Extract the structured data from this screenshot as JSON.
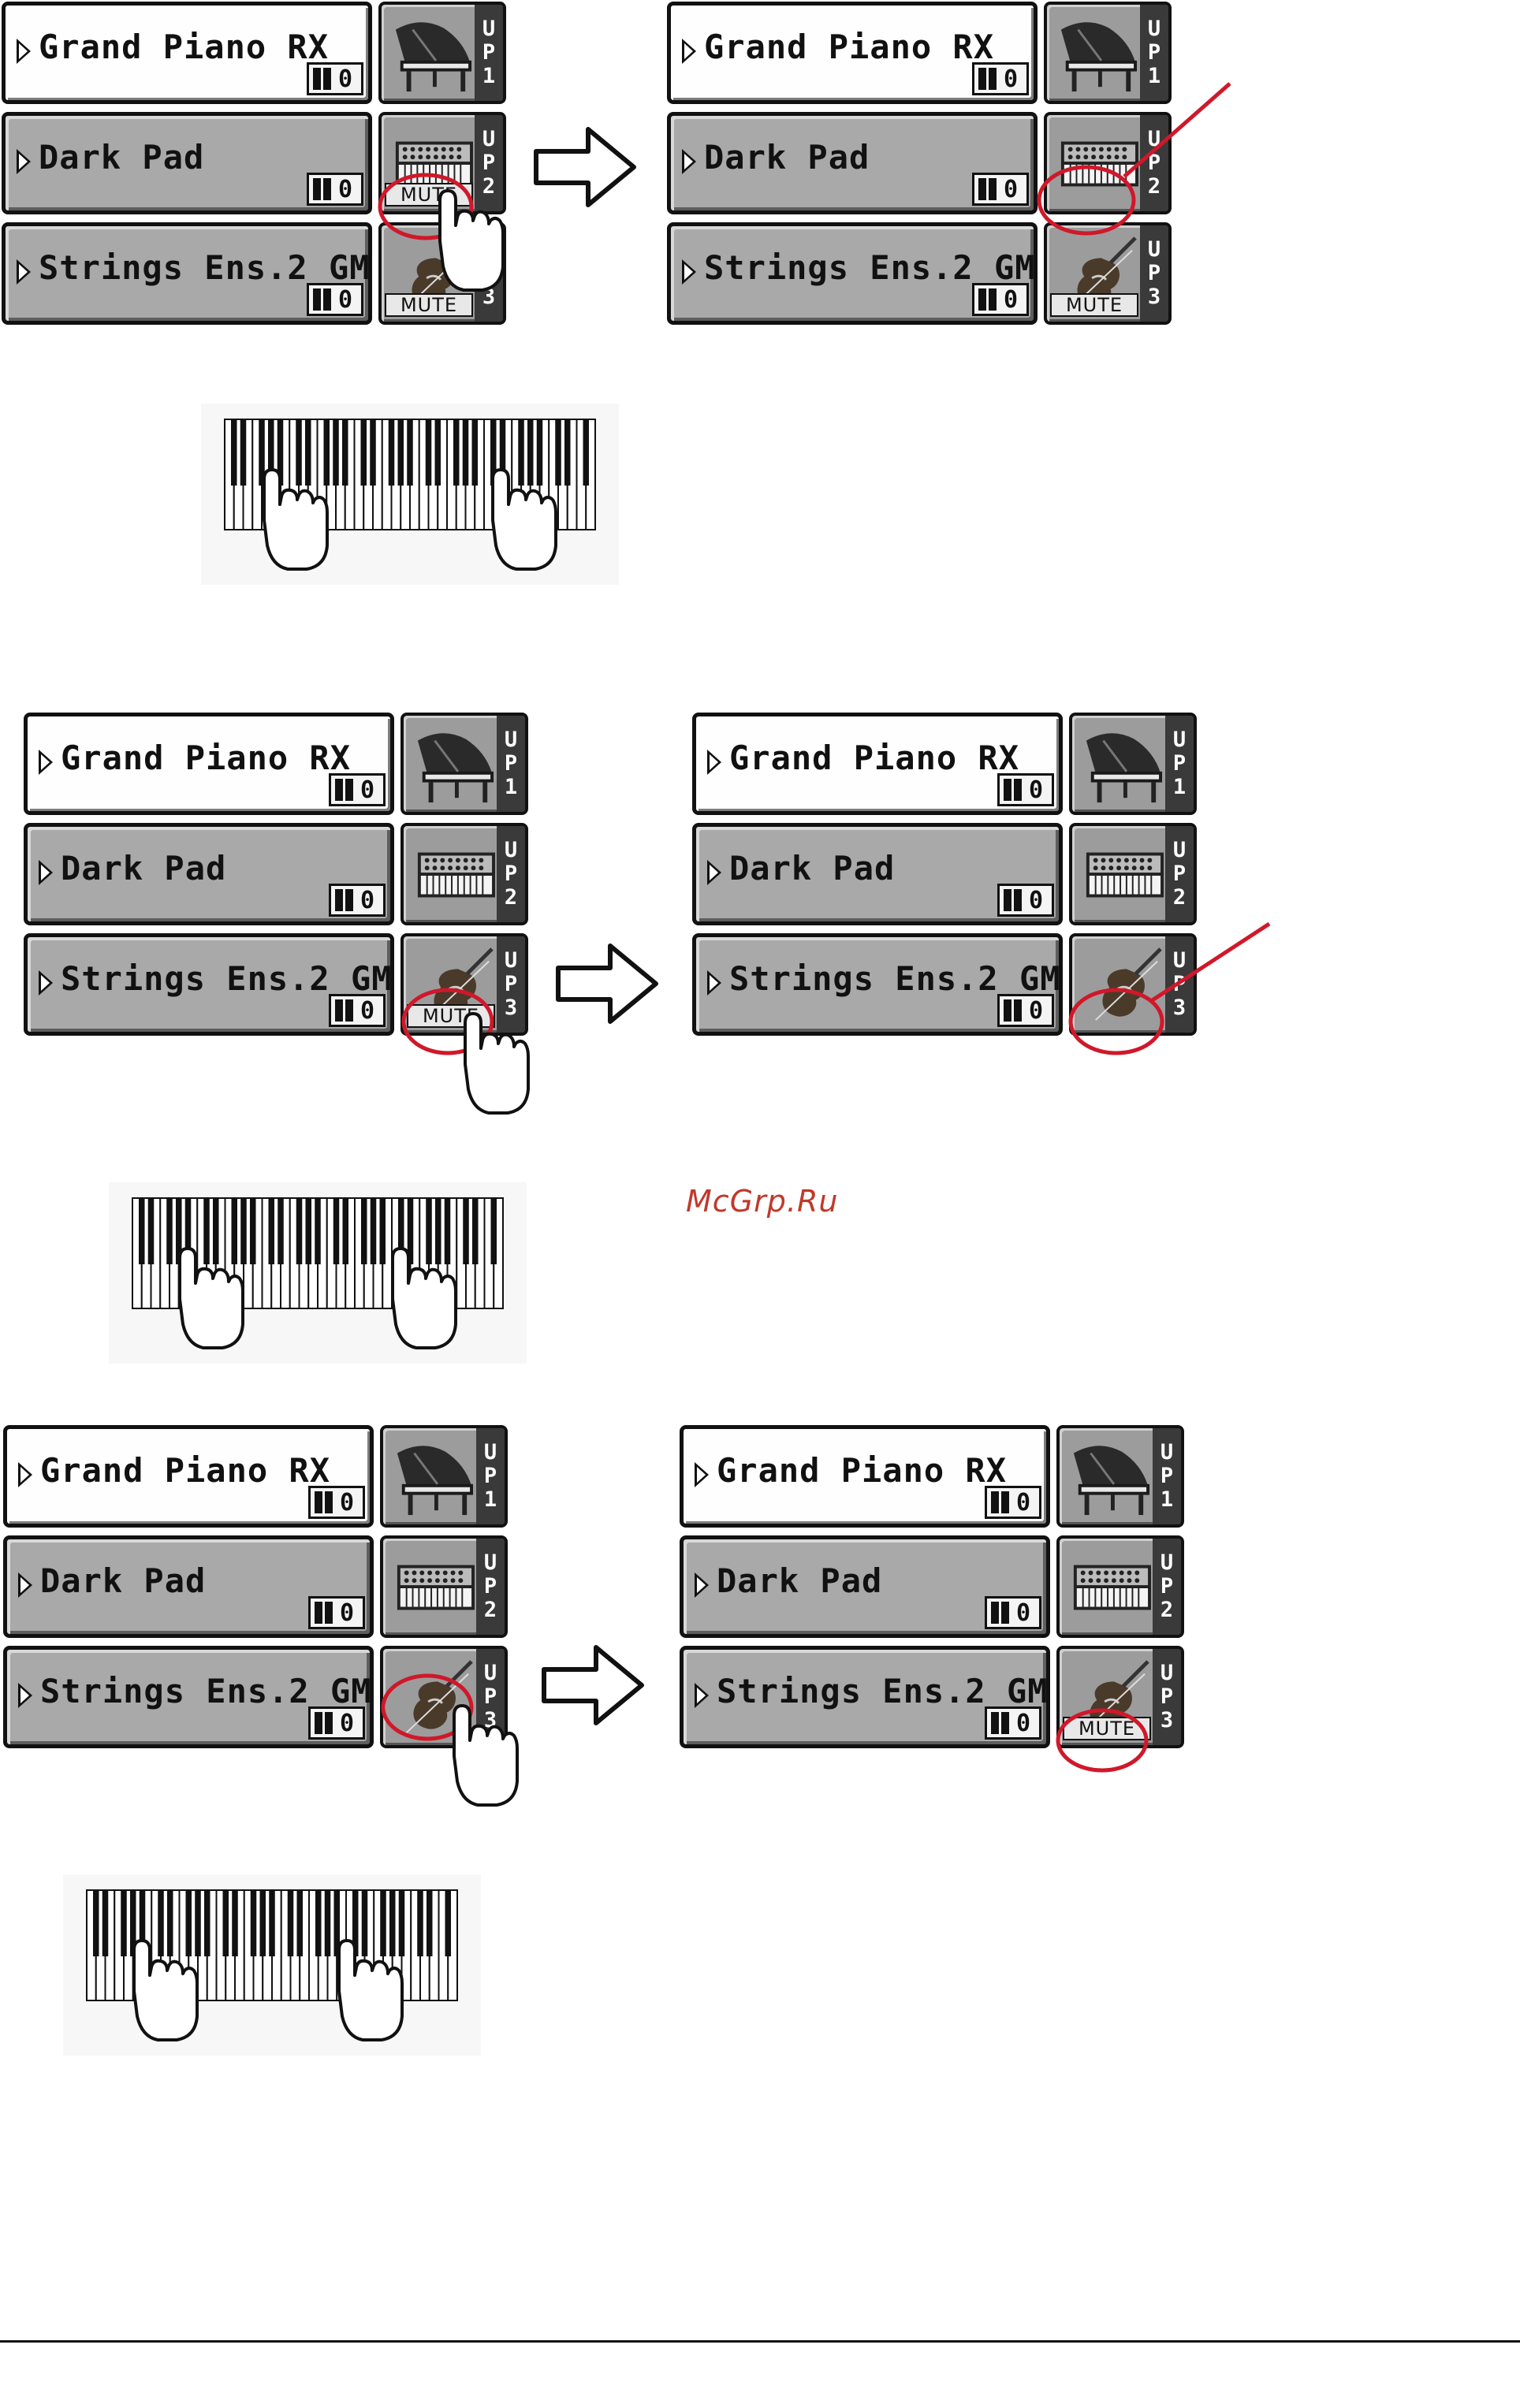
{
  "tracks": [
    {
      "name": "Grand Piano RX",
      "octave": "0",
      "tag": [
        "U",
        "P",
        "1"
      ]
    },
    {
      "name": "Dark Pad",
      "octave": "0",
      "tag": [
        "U",
        "P",
        "2"
      ]
    },
    {
      "name": "Strings Ens.2 GM",
      "octave": "0",
      "tag": [
        "U",
        "P",
        "3"
      ]
    }
  ],
  "mute_label": "MUTE",
  "watermark": "McGrp.Ru",
  "colors": {
    "highlight_circle": "#d0182a",
    "track_normal": "#a9a9a9",
    "track_selected": "#fefefe"
  },
  "panels": [
    {
      "mute": [
        false,
        true,
        true
      ],
      "highlight": 2,
      "state": "before"
    },
    {
      "mute": [
        false,
        false,
        true
      ],
      "highlight": 2,
      "state": "after"
    },
    {
      "mute": [
        false,
        false,
        true
      ],
      "highlight": 3,
      "state": "before"
    },
    {
      "mute": [
        false,
        false,
        false
      ],
      "highlight": 3,
      "state": "after"
    },
    {
      "mute": [
        false,
        false,
        false
      ],
      "highlight": 3,
      "state": "before"
    },
    {
      "mute": [
        false,
        false,
        true
      ],
      "highlight": 3,
      "state": "after"
    }
  ]
}
